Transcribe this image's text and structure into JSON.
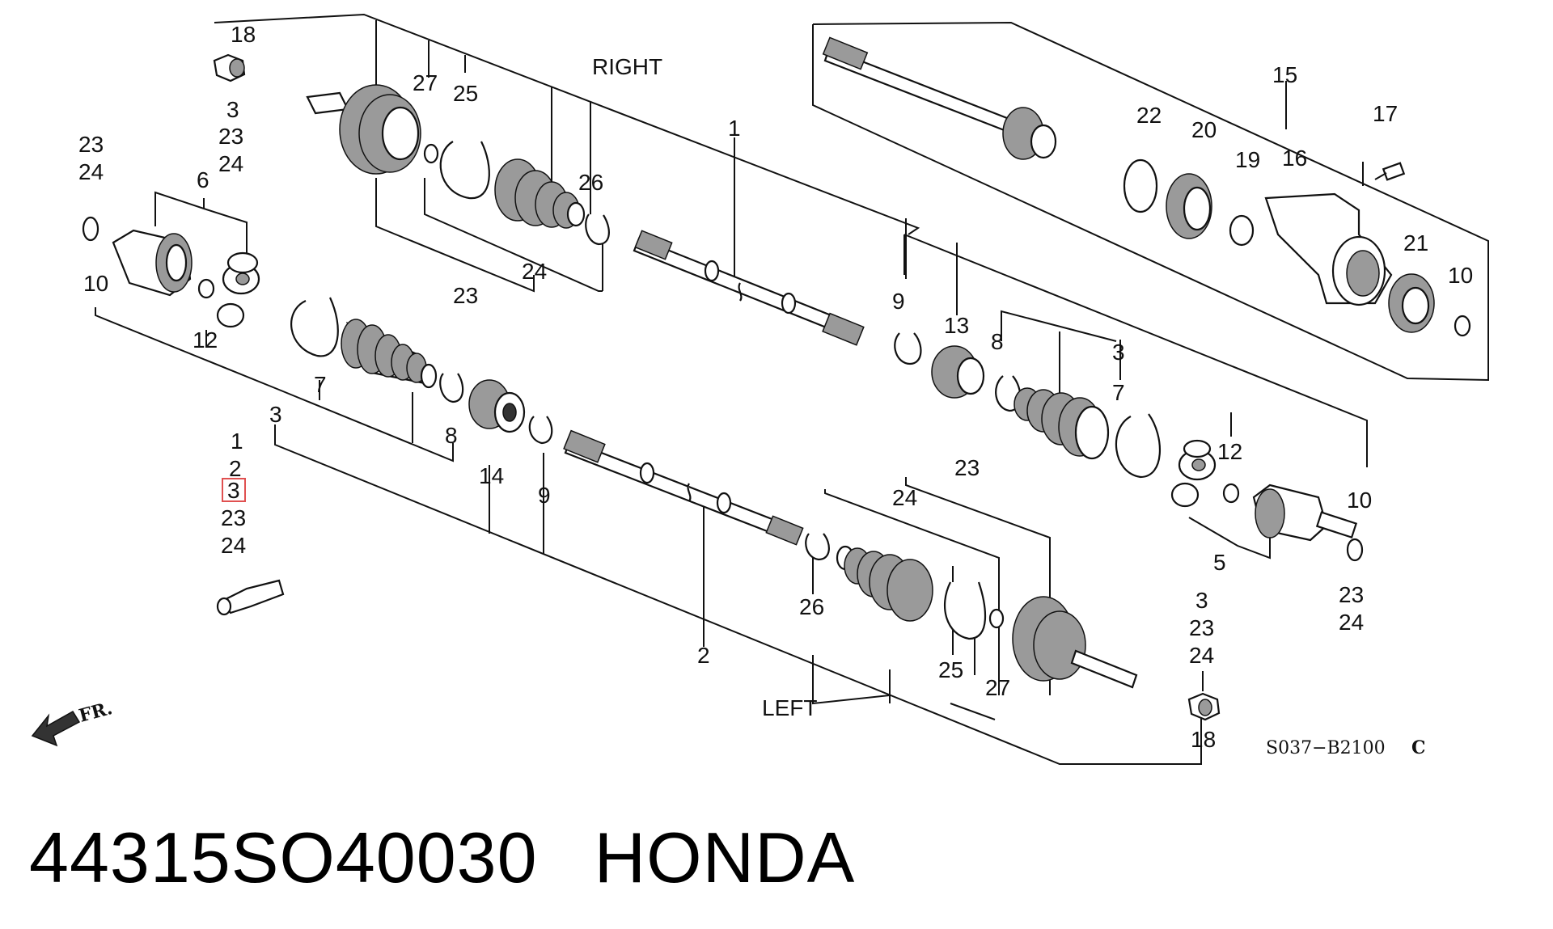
{
  "diagram": {
    "side_right": "RIGHT",
    "side_left": "LEFT",
    "front_marker": "FR.",
    "diagram_code": "S037−B2100",
    "diagram_code_suffix": "C",
    "highlighted_callout": "3",
    "callouts": {
      "c18_top": "18",
      "c3_top": "3",
      "c23_top": "23",
      "c24_top": "24",
      "c23_l": "23",
      "c24_l": "24",
      "c6": "6",
      "c10_l": "10",
      "c12_l": "12",
      "c27_r": "27",
      "c25_r": "25",
      "c23_r": "23",
      "c24_r": "24",
      "c26_r": "26",
      "c1_shaft": "1",
      "c7_l": "7",
      "c3_l": "3",
      "c8_l": "8",
      "c14": "14",
      "c9_l": "9",
      "c1_list": "1",
      "c2_list": "2",
      "c23_list": "23",
      "c24_list": "24",
      "c15": "15",
      "c22": "22",
      "c20": "20",
      "c19": "19",
      "c16": "16",
      "c17": "17",
      "c21": "21",
      "c10_far": "10",
      "c9_r": "9",
      "c13": "13",
      "c8_r": "8",
      "c3_r": "3",
      "c7_r": "7",
      "c12_r": "12",
      "c10_r": "10",
      "c5": "5",
      "c23_rr": "23",
      "c24_rr": "24",
      "c23_bot": "23",
      "c24_bot": "24",
      "c26_bot": "26",
      "c25_bot": "25",
      "c27_bot": "27",
      "c2_shaft": "2",
      "c3_nut": "3",
      "c23_nut": "23",
      "c24_nut": "24",
      "c18_nut": "18"
    }
  },
  "caption": {
    "part_number": "44315SO40030",
    "brand": "HONDA"
  }
}
